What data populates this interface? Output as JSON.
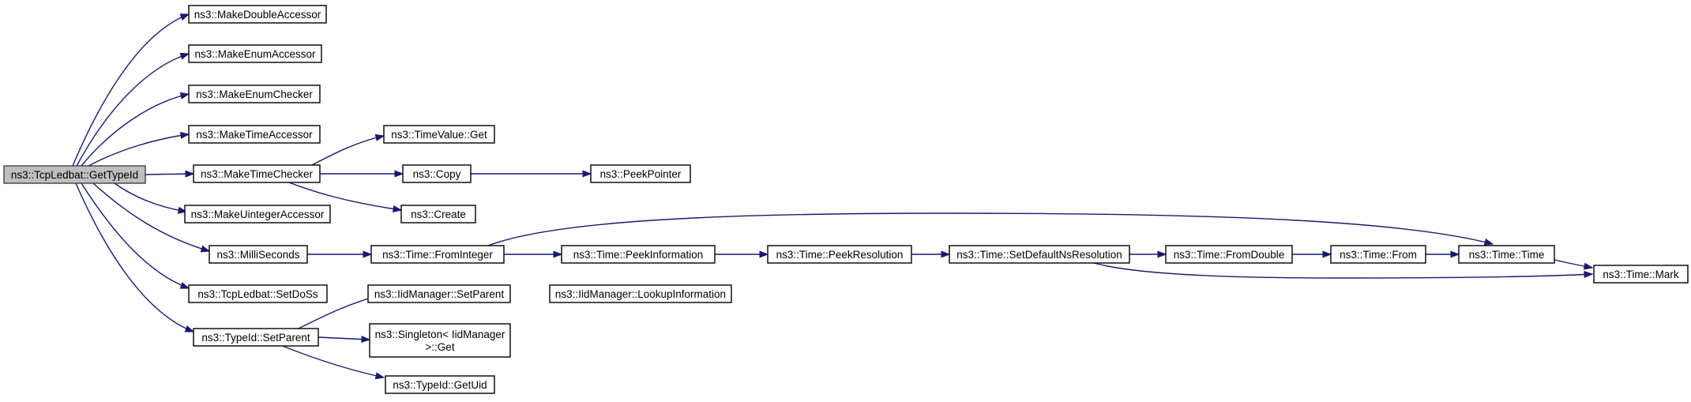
{
  "graph": {
    "kind": "call-graph",
    "root": "n_root",
    "colors": {
      "edge": "#191970",
      "node_border": "#000000",
      "root_fill": "#bfbfbf",
      "node_fill": "#ffffff"
    },
    "nodes": [
      {
        "id": "n_root",
        "lines": [
          "ns3::TcpLedbat::GetTypeId"
        ]
      },
      {
        "id": "n_mkdouble",
        "lines": [
          "ns3::MakeDoubleAccessor"
        ]
      },
      {
        "id": "n_mkenumacc",
        "lines": [
          "ns3::MakeEnumAccessor"
        ]
      },
      {
        "id": "n_mkenumchk",
        "lines": [
          "ns3::MakeEnumChecker"
        ]
      },
      {
        "id": "n_mktimeacc",
        "lines": [
          "ns3::MakeTimeAccessor"
        ]
      },
      {
        "id": "n_mktimechk",
        "lines": [
          "ns3::MakeTimeChecker"
        ]
      },
      {
        "id": "n_mkuintacc",
        "lines": [
          "ns3::MakeUintegerAccessor"
        ]
      },
      {
        "id": "n_milli",
        "lines": [
          "ns3::MilliSeconds"
        ]
      },
      {
        "id": "n_setdoss",
        "lines": [
          "ns3::TcpLedbat::SetDoSs"
        ]
      },
      {
        "id": "n_setparent",
        "lines": [
          "ns3::TypeId::SetParent"
        ]
      },
      {
        "id": "n_tvget",
        "lines": [
          "ns3::TimeValue::Get"
        ]
      },
      {
        "id": "n_copy",
        "lines": [
          "ns3::Copy"
        ]
      },
      {
        "id": "n_create",
        "lines": [
          "ns3::Create"
        ]
      },
      {
        "id": "n_peekptr",
        "lines": [
          "ns3::PeekPointer"
        ]
      },
      {
        "id": "n_fromint",
        "lines": [
          "ns3::Time::FromInteger"
        ]
      },
      {
        "id": "n_peekinfo",
        "lines": [
          "ns3::Time::PeekInformation"
        ]
      },
      {
        "id": "n_peekres",
        "lines": [
          "ns3::Time::PeekResolution"
        ]
      },
      {
        "id": "n_setdefres",
        "lines": [
          "ns3::Time::SetDefaultNsResolution"
        ]
      },
      {
        "id": "n_fromdouble",
        "lines": [
          "ns3::Time::FromDouble"
        ]
      },
      {
        "id": "n_from",
        "lines": [
          "ns3::Time::From"
        ]
      },
      {
        "id": "n_timetime",
        "lines": [
          "ns3::Time::Time"
        ]
      },
      {
        "id": "n_mark",
        "lines": [
          "ns3::Time::Mark"
        ]
      },
      {
        "id": "n_iidsetparent",
        "lines": [
          "ns3::IidManager::SetParent"
        ]
      },
      {
        "id": "n_iidlookup",
        "lines": [
          "ns3::IidManager::LookupInformation"
        ]
      },
      {
        "id": "n_singleton",
        "lines": [
          "ns3::Singleton< IidManager",
          ">::Get"
        ]
      },
      {
        "id": "n_getuid",
        "lines": [
          "ns3::TypeId::GetUid"
        ]
      }
    ],
    "edges": [
      [
        "n_root",
        "n_mkdouble"
      ],
      [
        "n_root",
        "n_mkenumacc"
      ],
      [
        "n_root",
        "n_mkenumchk"
      ],
      [
        "n_root",
        "n_mktimeacc"
      ],
      [
        "n_root",
        "n_mktimechk"
      ],
      [
        "n_root",
        "n_mkuintacc"
      ],
      [
        "n_root",
        "n_milli"
      ],
      [
        "n_root",
        "n_setdoss"
      ],
      [
        "n_root",
        "n_setparent"
      ],
      [
        "n_mktimechk",
        "n_tvget"
      ],
      [
        "n_mktimechk",
        "n_copy"
      ],
      [
        "n_mktimechk",
        "n_create"
      ],
      [
        "n_copy",
        "n_peekptr"
      ],
      [
        "n_milli",
        "n_fromint"
      ],
      [
        "n_fromint",
        "n_timetime"
      ],
      [
        "n_fromint",
        "n_peekinfo"
      ],
      [
        "n_peekinfo",
        "n_peekres"
      ],
      [
        "n_peekres",
        "n_setdefres"
      ],
      [
        "n_setdefres",
        "n_fromdouble"
      ],
      [
        "n_setdefres",
        "n_mark"
      ],
      [
        "n_fromdouble",
        "n_from"
      ],
      [
        "n_from",
        "n_timetime"
      ],
      [
        "n_timetime",
        "n_mark"
      ],
      [
        "n_setparent",
        "n_iidsetparent"
      ],
      [
        "n_setparent",
        "n_singleton"
      ],
      [
        "n_setparent",
        "n_getuid"
      ],
      [
        "n_iidsetparent",
        "n_iidlookup"
      ]
    ]
  }
}
